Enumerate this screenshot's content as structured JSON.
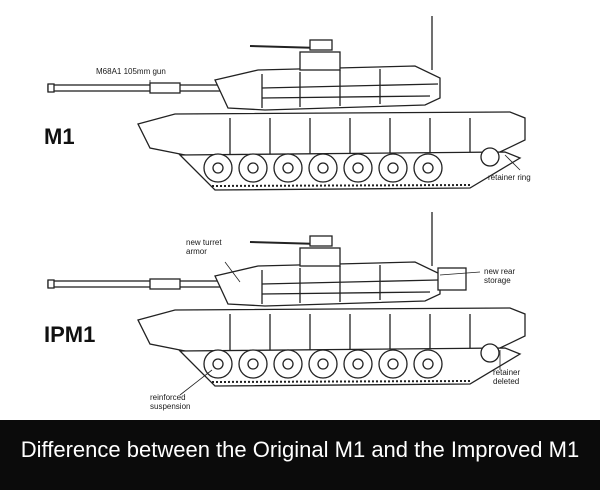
{
  "labels": {
    "m1_title": "M1",
    "ipm1_title": "IPM1",
    "gun": "M68A1 105mm gun",
    "retainer_ring": "retainer ring",
    "turret_armor": "new turret\narmor",
    "rear_storage": "new rear\nstorage",
    "retainer_deleted": "retainer\ndeleted",
    "reinforced_suspension": "reinforced\nsuspension"
  },
  "caption": "Difference between the Original M1 and the Improved M1"
}
